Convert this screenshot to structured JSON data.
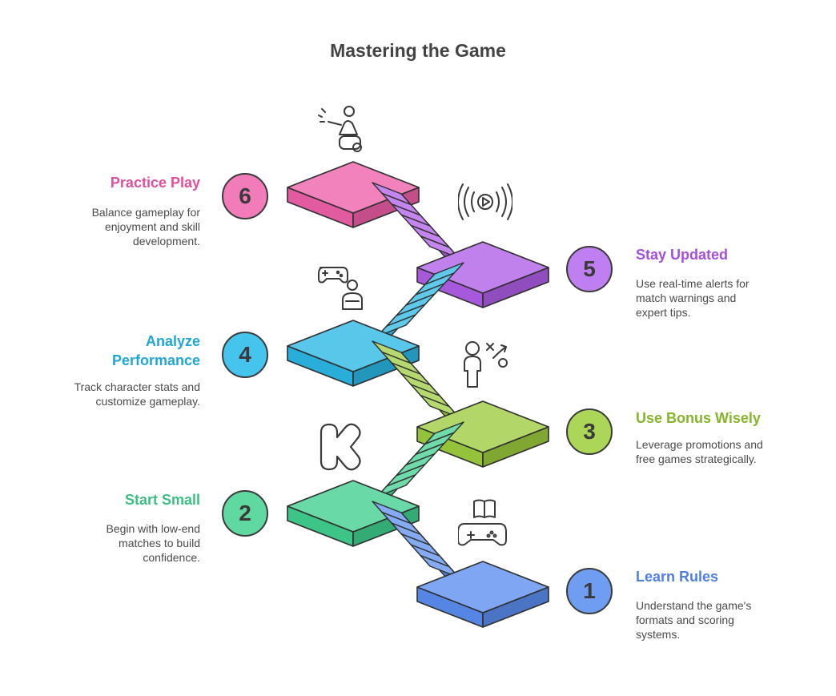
{
  "title": "Mastering the Game",
  "steps": [
    {
      "number": "1",
      "heading": "Learn Rules",
      "description": "Understand the game's formats and scoring systems.",
      "color": "#5b8def",
      "icon": "gamepad-book-icon"
    },
    {
      "number": "2",
      "heading": "Start Small",
      "description": "Begin with low-end matches to build confidence.",
      "color": "#3fcf8e",
      "icon": "kickstarter-k-icon"
    },
    {
      "number": "3",
      "heading": "Use Bonus Wisely",
      "description": "Leverage promotions and free games strategically.",
      "color": "#9ccc3d",
      "icon": "strategy-person-icon"
    },
    {
      "number": "4",
      "heading": "Analyze Performance",
      "description": "Track character stats and customize gameplay.",
      "color": "#2ab7e4",
      "icon": "gamer-controller-icon"
    },
    {
      "number": "5",
      "heading": "Stay Updated",
      "description": "Use real-time alerts for match warnings and expert tips.",
      "color": "#b05ee8",
      "icon": "live-broadcast-icon"
    },
    {
      "number": "6",
      "heading": "Practice Play",
      "description": "Balance gameplay for enjoyment and skill development.",
      "color": "#ee5fa8",
      "icon": "player-wheel-icon"
    }
  ]
}
